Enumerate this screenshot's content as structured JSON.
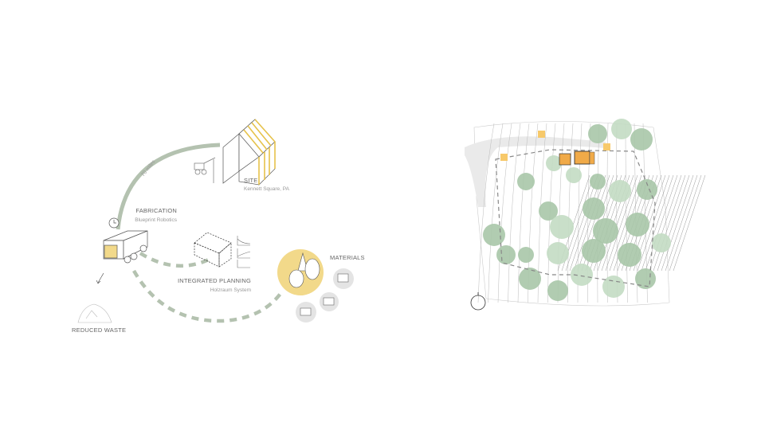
{
  "diagram": {
    "distance_label": "70 miles",
    "site": {
      "title": "SITE",
      "subtitle": "Kennett Square, PA"
    },
    "fabrication": {
      "title": "FABRICATION",
      "subtitle": "Blueprint Robotics"
    },
    "planning": {
      "title": "INTEGRATED PLANNING",
      "subtitle": "Holzraum System"
    },
    "materials": {
      "title": "MATERIALS"
    },
    "waste": {
      "title": "REDUCED WASTE"
    }
  },
  "colors": {
    "arc": "#b4c2b0",
    "highlight": "#f2d98a",
    "timber": "#e6c24a",
    "building": "#f0aa48",
    "tree": "#a9c6a9",
    "tree_light": "#c3dcc3"
  }
}
